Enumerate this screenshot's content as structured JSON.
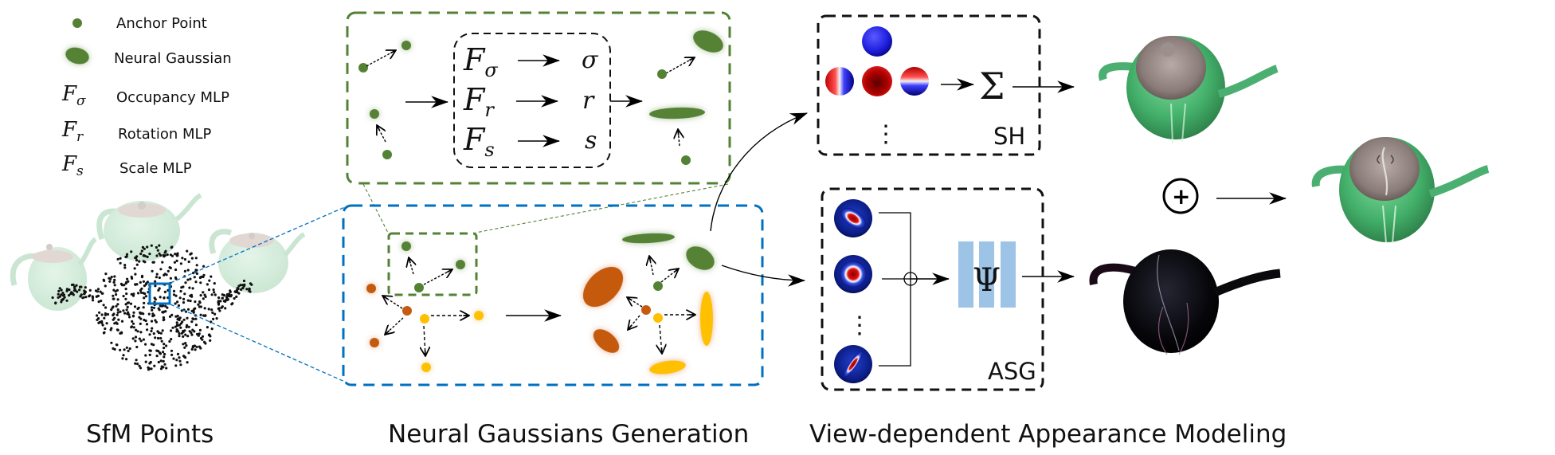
{
  "legend": {
    "items": [
      {
        "symbol": "anchor-point",
        "label": "Anchor Point"
      },
      {
        "symbol": "neural-gaussian",
        "label": "Neural Gaussian"
      },
      {
        "symbol": "F",
        "subscript": "σ",
        "label": "Occupancy MLP"
      },
      {
        "symbol": "F",
        "subscript": "r",
        "label": "Rotation MLP"
      },
      {
        "symbol": "F",
        "subscript": "s",
        "label": "Scale MLP"
      }
    ]
  },
  "mlp_box": {
    "rows": [
      {
        "fn": "F",
        "sub": "σ",
        "out": "σ"
      },
      {
        "fn": "F",
        "sub": "r",
        "out": "r"
      },
      {
        "fn": "F",
        "sub": "s",
        "out": "s"
      }
    ]
  },
  "sh_box": {
    "label": "SH",
    "sum_symbol": "Σ",
    "ellipsis": "⋮"
  },
  "asg_box": {
    "label": "ASG",
    "network_symbol": "Ψ",
    "ellipsis": "⋮"
  },
  "combine": {
    "operator": "+"
  },
  "captions": {
    "sfm": "SfM Points",
    "generation": "Neural Gaussians Generation",
    "appearance": "View-dependent Appearance Modeling"
  },
  "colors": {
    "anchor_green": "#548235",
    "gaussian_orange": "#C55A11",
    "gaussian_yellow": "#FFC000",
    "green_dash": "#548235",
    "blue_dash": "#0070C0",
    "network_blue": "#9DC3E6",
    "teapot_green": "#4CAF72"
  }
}
